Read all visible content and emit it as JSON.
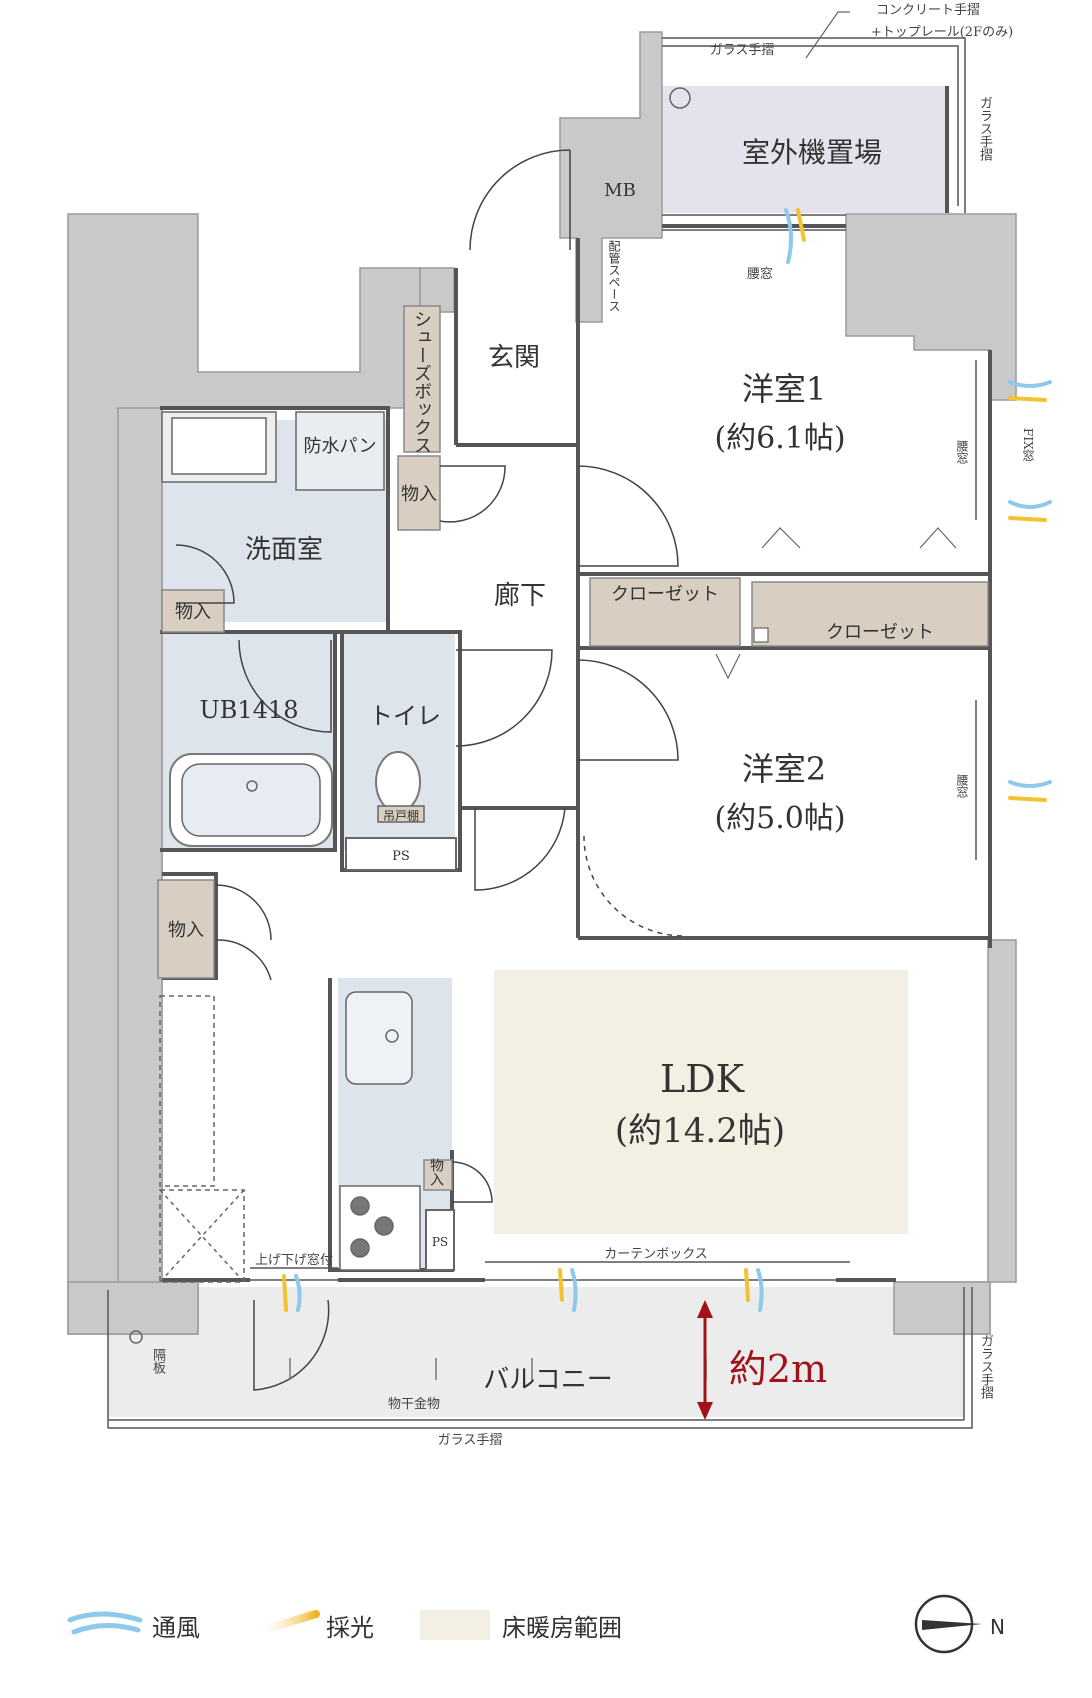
{
  "rooms": {
    "outdoor_unit": "室外機置場",
    "mb": "MB",
    "piping_space": "配管スペース",
    "shoebox": "シューズボックス",
    "entrance": "玄関",
    "bedroom1_name": "洋室1",
    "bedroom1_size": "(約6.1帖)",
    "waterproof_pan": "防水パン",
    "storage": "物入",
    "washroom": "洗面室",
    "hallway": "廊下",
    "closet": "クローゼット",
    "ps": "PS",
    "ub": "UB1418",
    "toilet": "トイレ",
    "bedroom2_name": "洋室2",
    "bedroom2_size": "(約5.0帖)",
    "ldk_name": "LDK",
    "ldk_size": "(約14.2帖)",
    "balcony": "バルコニー",
    "toilet_shelf": "吊戸棚"
  },
  "labels": {
    "concrete_rail": "コンクリート手摺",
    "top_rail": "+トップレール(2Fのみ)",
    "glass_rail": "ガラス手摺",
    "waist_window": "腰窓",
    "fix_window": "FIX窓",
    "curtain_box": "カーテンボックス",
    "updown_window": "上げ下げ窓付",
    "partition": "隔板",
    "laundry_hanger": "物干金物",
    "balcony_depth": "約2m"
  },
  "legend": {
    "ventilation": "通風",
    "daylight": "採光",
    "floor_heating": "床暖房範囲",
    "north": "N"
  },
  "colors": {
    "wall": "#c9c9c9",
    "water_area": "#dde4ec",
    "storage": "#d8cfc2",
    "outdoor_unit_fill": "#e6e2ec",
    "balcony_fill": "#ececec",
    "floor_heating": "#f3efe3",
    "arrow": "#a0131a",
    "wind": "#8ec9ea",
    "sun": "#f2c230"
  }
}
